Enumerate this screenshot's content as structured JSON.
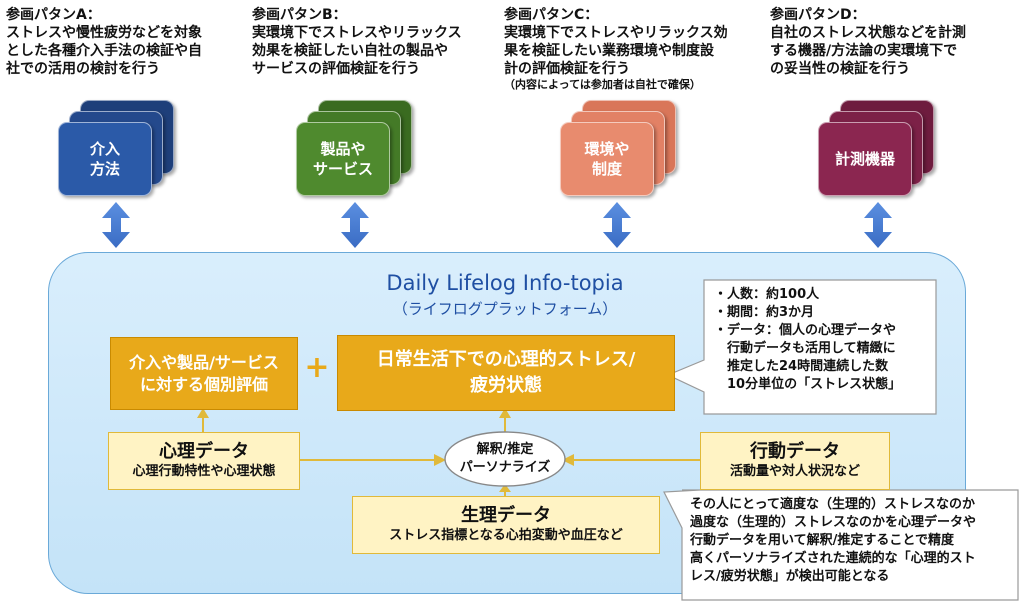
{
  "patterns": [
    {
      "title": "参画パタンA：",
      "lines": [
        "ストレスや慢性疲労などを対象",
        "とした各種介入手法の検証や自",
        "社での活用の検討を行う"
      ],
      "note": "",
      "card_lines": [
        "介入",
        "方法"
      ],
      "color": "#2b5aa8"
    },
    {
      "title": "参画パタンB：",
      "lines": [
        "実環境下でストレスやリラックス",
        "効果を検証したい自社の製品や",
        "サービスの評価検証を行う"
      ],
      "note": "",
      "card_lines": [
        "製品や",
        "サービス"
      ],
      "color": "#4f8a2e"
    },
    {
      "title": "参画パタンC：",
      "lines": [
        "実環境下でストレスやリラックス効",
        "果を検証したい業務環境や制度設",
        "計の評価検証を行う"
      ],
      "note": "（内容によっては参加者は自社で確保）",
      "card_lines": [
        "環境や",
        "制度"
      ],
      "color": "#e88b6e"
    },
    {
      "title": "参画パタンD：",
      "lines": [
        "自社のストレス状態などを計測",
        "する機器/方法論の実環境下で",
        "の妥当性の検証を行う"
      ],
      "note": "",
      "card_lines": [
        "計測機器"
      ],
      "color": "#8b2650"
    }
  ],
  "platform": {
    "title": "Daily Lifelog Info-topia",
    "subtitle": "（ライフログプラットフォーム）"
  },
  "eval_box": {
    "lines": [
      "介入や製品/サービス",
      "に対する個別評価"
    ]
  },
  "plus": "+",
  "state_box": {
    "lines": [
      "日常生活下での心理的ストレス/",
      "疲労状態"
    ]
  },
  "info_callout": {
    "lines": [
      "・人数：約100人",
      "・期間：約3か月",
      "・データ：個人の心理データや",
      "　行動データも活用して精緻に",
      "　推定した24時間連続した数",
      "　10分単位の「ストレス状態」"
    ]
  },
  "psych_data": {
    "title": "心理データ",
    "sub": "心理行動特性や心理状態"
  },
  "behavior_data": {
    "title": "行動データ",
    "sub": "活動量や対人状況など"
  },
  "physio_data": {
    "title": "生理データ",
    "sub": "ストレス指標となる心拍変動や血圧など"
  },
  "center_ellipse": {
    "lines": [
      "解釈/推定",
      "パーソナライズ"
    ]
  },
  "bottom_callout": {
    "lines": [
      "その人にとって適度な（生理的）ストレスなのか",
      "過度な（生理的）ストレスなのかを心理データや",
      "行動データを用いて解釈/推定することで精度",
      "高くパーソナライズされた連続的な「心理的スト",
      "レス/疲労状態」が検出可能となる"
    ]
  },
  "colors": {
    "gold": "#e8a91a",
    "cream": "#fff3c4",
    "platform_title": "#1f4fa3",
    "arrow_blue": "#4a7fd6"
  }
}
